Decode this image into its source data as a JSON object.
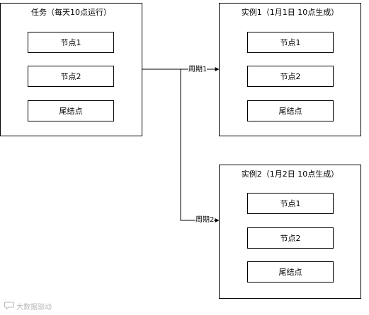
{
  "task": {
    "title": "任务（每天10点运行）",
    "nodes": [
      "节点1",
      "节点2",
      "尾结点"
    ]
  },
  "instances": [
    {
      "title": "实例1（1月1日 10点生成）",
      "nodes": [
        "节点1",
        "节点2",
        "尾结点"
      ]
    },
    {
      "title": "实例2（1月2日 10点生成）",
      "nodes": [
        "节点1",
        "节点2",
        "尾结点"
      ]
    }
  ],
  "edges": {
    "period1": "周期1",
    "period2": "周期2"
  },
  "watermark": {
    "icon": "chat-bubble-icon",
    "text": "大数据驱动"
  }
}
